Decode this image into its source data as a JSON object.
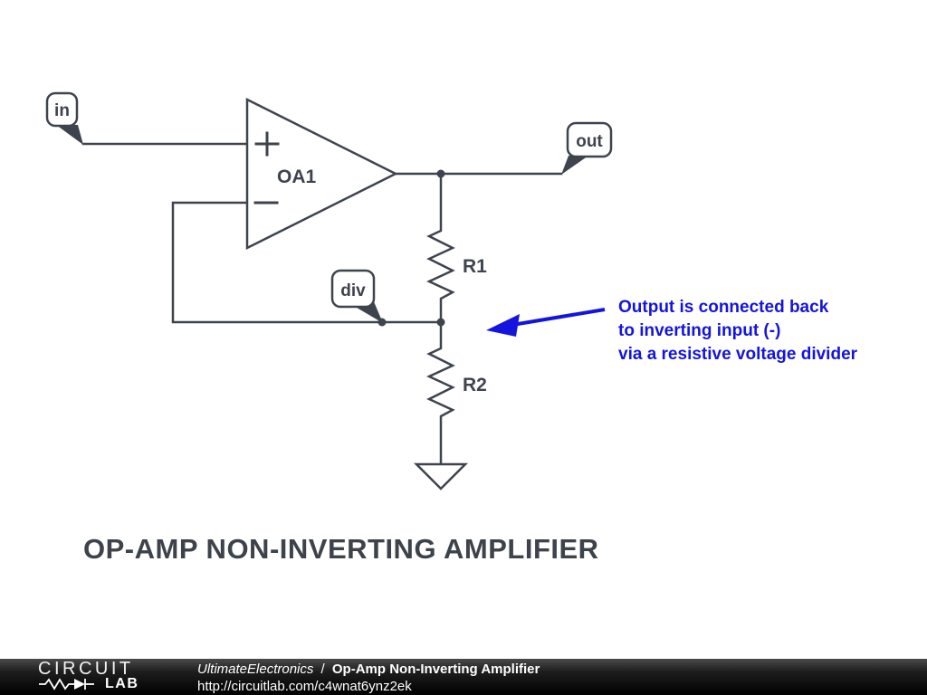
{
  "title": "OP-AMP NON-INVERTING AMPLIFIER",
  "colors": {
    "schematic_stroke": "#3e444e",
    "annotation_blue": "#1414df",
    "canvas_bg": "#ffffff",
    "footer_bg": "#000000",
    "footer_text": "#ffffff"
  },
  "circuit": {
    "opamp_label": "OA1",
    "plus_symbol": "+",
    "minus_symbol": "−",
    "flags": {
      "in": "in",
      "out": "out",
      "div": "div"
    },
    "resistors": {
      "r1": "R1",
      "r2": "R2"
    }
  },
  "annotation": {
    "lines": [
      "Output is connected back",
      "to inverting input (-)",
      "via a resistive voltage divider"
    ]
  },
  "footer": {
    "logo_line1": "CIRCUIT",
    "logo_line2": "LAB",
    "breadcrumb_user": "UltimateElectronics",
    "breadcrumb_sep": "/",
    "breadcrumb_title": "Op-Amp Non-Inverting Amplifier",
    "url": "http://circuitlab.com/c4wnat6ynz2ek"
  }
}
